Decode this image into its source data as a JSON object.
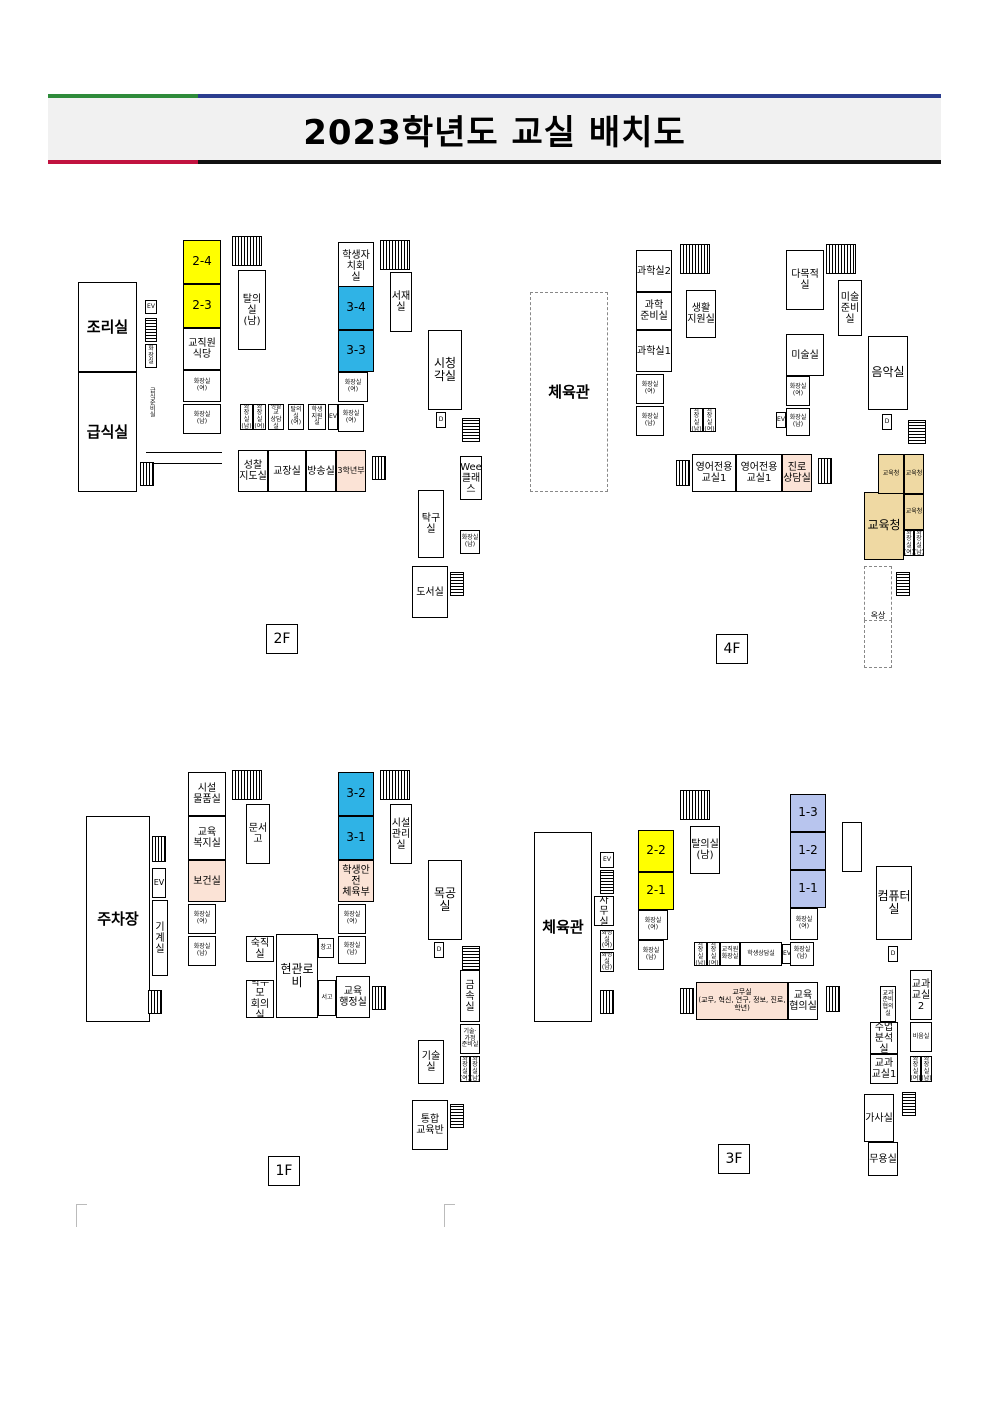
{
  "title": "2023학년도 교실 배치도",
  "floors": {
    "f2": {
      "label": "2F",
      "rooms": {
        "r2_4": "2-4",
        "r2_3": "2-3",
        "staff_cafe": "교직원\n식당",
        "wc_w1": "화장실\n(여)",
        "wc_m1": "화장실\n(남)",
        "cooking": "조리실",
        "ev": "EV",
        "wc_small": "화장실",
        "dining": "급식실",
        "changing": "탈의실\n(남)",
        "council": "학생자치회\n실",
        "r3_4": "3-4",
        "r3_3": "3-3",
        "wc_w2": "화장실\n(여)",
        "wc_m2": "화장실\n(남)",
        "study": "서재실",
        "av": "시청각실",
        "d": "D",
        "wee": "Wee\n클래스",
        "pingpong": "탁구실",
        "library": "도서실",
        "reflect": "성찰\n지도실",
        "principal": "교장실",
        "broadcast": "방송실",
        "grade3": "3학년부",
        "s1": "화장실\n(남)",
        "s2": "화장실\n(여)",
        "s3": "생활교\n상담실",
        "s4": "탈의실\n(여)",
        "s5": "학생\n지원실",
        "s6": "EV",
        "s7": "화장실\n(여)",
        "s8": "화장실\n(남)",
        "vert": "급식준비실"
      }
    },
    "f4": {
      "label": "4F",
      "rooms": {
        "gym": "체육관",
        "sci2": "과학실2",
        "sciprep": "과학\n준비실",
        "sci1": "과학실1",
        "wc_w": "화장실\n(여)",
        "wc_m": "화장실\n(남)",
        "life": "생활\n지원실",
        "multi": "다목적실",
        "artprep": "미술\n준비실",
        "art": "미술실",
        "wc_w2": "화장실\n(여)",
        "wc_m2": "화장실\n(남)",
        "ev": "EV",
        "music": "음악실",
        "d": "D",
        "eng1": "영어전용\n교실1",
        "eng2": "영어전용\n교실1",
        "career": "진로\n상담실",
        "edu1": "교육청",
        "edu2": "교육청",
        "edu3": "교육청",
        "roof": "옥상",
        "s1": "화장실\n(남)",
        "s2": "화장실\n(여)",
        "s3": "화장실\n(여)",
        "s4": "화장실\n(남)"
      }
    },
    "f1": {
      "label": "1F",
      "rooms": {
        "parking": "주차장",
        "ev": "EV",
        "machine": "기\n계\n실",
        "facility": "시설\n물품실",
        "welfare": "교육\n복지실",
        "health": "보건실",
        "wc_w": "화장실\n(여)",
        "wc_m": "화장실\n(남)",
        "doc": "문서고",
        "night": "숙직실",
        "lobby": "현관로비",
        "parents": "학부모\n회의실",
        "r3_2": "3-2",
        "r3_1": "3-1",
        "safety": "학생안전\n체육부",
        "wc_w2": "화장실\n(여)",
        "wc_m2": "화장실\n(남)",
        "storage": "창고",
        "book": "서고",
        "admin": "교육\n행정실",
        "facmgr": "시설\n관리실",
        "wood": "목공실",
        "d": "D",
        "metal": "금속실",
        "tech_prep": "기술·가정\n준비실",
        "tech": "기술실",
        "integ": "통합\n교육반",
        "s1": "화장실\n(여)",
        "s2": "화장실\n(남)"
      }
    },
    "f3": {
      "label": "3F",
      "rooms": {
        "gym": "체육관",
        "ev": "EV",
        "office": "사무실",
        "r2_2": "2-2",
        "r2_1": "2-1",
        "wc_w": "화장실\n(여)",
        "wc_m": "화장실\n(남)",
        "changing": "탈의실\n(남)",
        "r1_3": "1-3",
        "r1_2": "1-2",
        "r1_1": "1-1",
        "wc_w2": "화장실\n(여)",
        "wc_m2": "화장실\n(남)",
        "computer": "컴퓨터실",
        "d": "D",
        "teachers": "교무실\n(교무, 혁신, 연구, 정보, 진로, 학년)",
        "edu_meet": "교육\n협의실",
        "sub2": "교과\n교실2",
        "prep": "교과준비\n협의실",
        "class_an": "수업\n분석실",
        "sub1": "교과\n교실1",
        "med": "비움실",
        "home": "가사실",
        "dance": "무용실",
        "counsel": "학생상담실",
        "s1": "화장실\n(남)",
        "s2": "화장실\n(여)",
        "s3": "교직원\n화장실",
        "s4": "EV",
        "s5": "화장실\n(여)",
        "s6": "화장실\n(남)",
        "s7": "화장실\n(여)",
        "s8": "화장실\n(남)"
      }
    }
  },
  "colors": {
    "grade2": "#ffff00",
    "grade3": "#2fb3e6",
    "grade1": "#b8c5ee",
    "office_peach": "#fbe3d6",
    "edu_office": "#efd9a3"
  }
}
